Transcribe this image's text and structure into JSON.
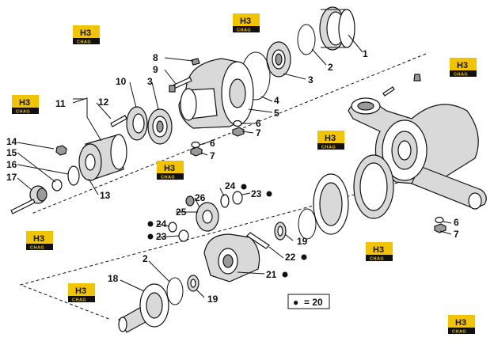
{
  "logo": {
    "mark": "H3",
    "text": "CHAG"
  },
  "legend": {
    "dot": "●",
    "equals": "= 20"
  },
  "parts": [
    {
      "id": "p1",
      "num": "1"
    },
    {
      "id": "p2a",
      "num": "2"
    },
    {
      "id": "p3a",
      "num": "3"
    },
    {
      "id": "p4",
      "num": "4"
    },
    {
      "id": "p5",
      "num": "5"
    },
    {
      "id": "p6a",
      "num": "6"
    },
    {
      "id": "p7a",
      "num": "7"
    },
    {
      "id": "p6b",
      "num": "6"
    },
    {
      "id": "p7b",
      "num": "7"
    },
    {
      "id": "p8",
      "num": "8"
    },
    {
      "id": "p9",
      "num": "9"
    },
    {
      "id": "p10",
      "num": "10"
    },
    {
      "id": "p3b",
      "num": "3"
    },
    {
      "id": "p11",
      "num": "11"
    },
    {
      "id": "p12",
      "num": "12"
    },
    {
      "id": "p13",
      "num": "13"
    },
    {
      "id": "p14",
      "num": "14"
    },
    {
      "id": "p15",
      "num": "15"
    },
    {
      "id": "p16",
      "num": "16"
    },
    {
      "id": "p17",
      "num": "17"
    },
    {
      "id": "p24a",
      "num": "24"
    },
    {
      "id": "p26",
      "num": "26"
    },
    {
      "id": "p23a",
      "num": "23"
    },
    {
      "id": "p25",
      "num": "25"
    },
    {
      "id": "p24b",
      "num": "24"
    },
    {
      "id": "p23b",
      "num": "23"
    },
    {
      "id": "p2b",
      "num": "2"
    },
    {
      "id": "p18",
      "num": "18"
    },
    {
      "id": "p19a",
      "num": "19"
    },
    {
      "id": "p19b",
      "num": "19"
    },
    {
      "id": "p21",
      "num": "21"
    },
    {
      "id": "p22",
      "num": "22"
    },
    {
      "id": "p6c",
      "num": "6"
    },
    {
      "id": "p7c",
      "num": "7"
    }
  ]
}
